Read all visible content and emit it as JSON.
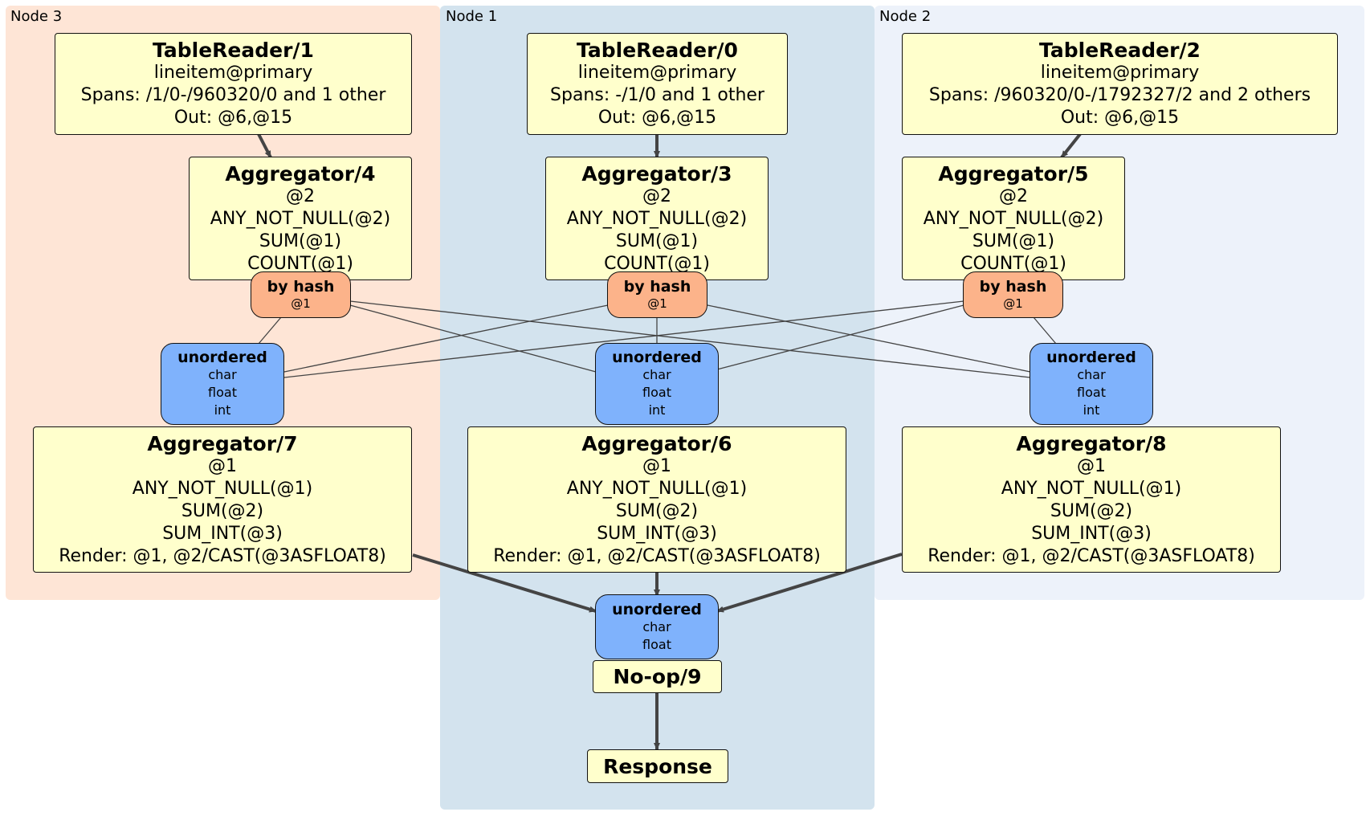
{
  "nodes": {
    "node3": "Node 3",
    "node1": "Node 1",
    "node2": "Node 2"
  },
  "table_readers": [
    {
      "title": "TableReader/1",
      "index": "lineitem@primary",
      "spans": "Spans: /1/0-/960320/0 and 1 other",
      "out": "Out: @6,@15"
    },
    {
      "title": "TableReader/0",
      "index": "lineitem@primary",
      "spans": "Spans: -/1/0 and 1 other",
      "out": "Out: @6,@15"
    },
    {
      "title": "TableReader/2",
      "index": "lineitem@primary",
      "spans": "Spans: /960320/0-/1792327/2 and 2 others",
      "out": "Out: @6,@15"
    }
  ],
  "aggregators_stage1": [
    {
      "title": "Aggregator/4",
      "lines": [
        "@2",
        "ANY_NOT_NULL(@2)",
        "SUM(@1)",
        "COUNT(@1)"
      ]
    },
    {
      "title": "Aggregator/3",
      "lines": [
        "@2",
        "ANY_NOT_NULL(@2)",
        "SUM(@1)",
        "COUNT(@1)"
      ]
    },
    {
      "title": "Aggregator/5",
      "lines": [
        "@2",
        "ANY_NOT_NULL(@2)",
        "SUM(@1)",
        "COUNT(@1)"
      ]
    }
  ],
  "hash_routers": [
    {
      "title": "by hash",
      "col": "@1"
    },
    {
      "title": "by hash",
      "col": "@1"
    },
    {
      "title": "by hash",
      "col": "@1"
    }
  ],
  "unordered_syncs": [
    {
      "title": "unordered",
      "types": [
        "char",
        "float",
        "int"
      ]
    },
    {
      "title": "unordered",
      "types": [
        "char",
        "float",
        "int"
      ]
    },
    {
      "title": "unordered",
      "types": [
        "char",
        "float",
        "int"
      ]
    }
  ],
  "aggregators_stage2": [
    {
      "title": "Aggregator/7",
      "lines": [
        "@1",
        "ANY_NOT_NULL(@1)",
        "SUM(@2)",
        "SUM_INT(@3)",
        "Render: @1, @2/CAST(@3ASFLOAT8)"
      ]
    },
    {
      "title": "Aggregator/6",
      "lines": [
        "@1",
        "ANY_NOT_NULL(@1)",
        "SUM(@2)",
        "SUM_INT(@3)",
        "Render: @1, @2/CAST(@3ASFLOAT8)"
      ]
    },
    {
      "title": "Aggregator/8",
      "lines": [
        "@1",
        "ANY_NOT_NULL(@1)",
        "SUM(@2)",
        "SUM_INT(@3)",
        "Render: @1, @2/CAST(@3ASFLOAT8)"
      ]
    }
  ],
  "final_sync": {
    "title": "unordered",
    "types": [
      "char",
      "float"
    ]
  },
  "noop": {
    "title": "No-op/9"
  },
  "response": {
    "title": "Response"
  },
  "colors": {
    "node3_bg": "#fee5d6",
    "node1_bg": "#d3e3ee",
    "node2_bg": "#edf2fa",
    "processor_fill": "#ffffcc",
    "hash_fill": "#fcb38a",
    "unordered_fill": "#7fb2fc",
    "edge": "#444444"
  }
}
